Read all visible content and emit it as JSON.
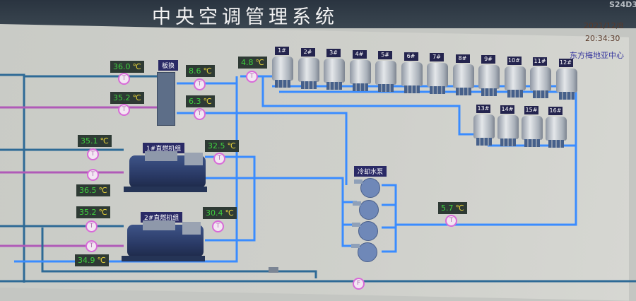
{
  "header": {
    "title": "中央空调管理系统",
    "monitor_model": "S24D3",
    "date": "2021/12/8",
    "time": "20:34:30",
    "site": "东方梅地亚中心"
  },
  "plate_hx": {
    "label": "板换"
  },
  "readings": {
    "hx_in_top": "36.0",
    "hx_in_bottom": "35.2",
    "hx_out_top": "8.6",
    "hx_out_bottom": "6.3",
    "tower_supply": "4.8",
    "ch1_in": "35.1",
    "ch1_in2": "36.5",
    "ch1_out": "32.5",
    "ch2_in": "35.2",
    "ch2_in2": "34.9",
    "ch2_out": "30.4",
    "pump_out": "5.7",
    "unit": "℃"
  },
  "sensor_letter": "T",
  "flow_letter": "F",
  "chillers": [
    {
      "label": "1#直燃机组"
    },
    {
      "label": "2#直燃机组"
    }
  ],
  "pump_group": {
    "label": "冷却水泵",
    "count": 4
  },
  "towers_row1": [
    "1#",
    "2#",
    "3#",
    "4#",
    "5#",
    "6#",
    "7#",
    "8#",
    "9#",
    "10#",
    "11#",
    "12#"
  ],
  "towers_row2": [
    "13#",
    "14#",
    "15#",
    "16#"
  ],
  "colors": {
    "cooling_pipe": "#3a8cff",
    "return_pipe": "#b05ab8",
    "dark_pipe": "#2e6a96"
  }
}
